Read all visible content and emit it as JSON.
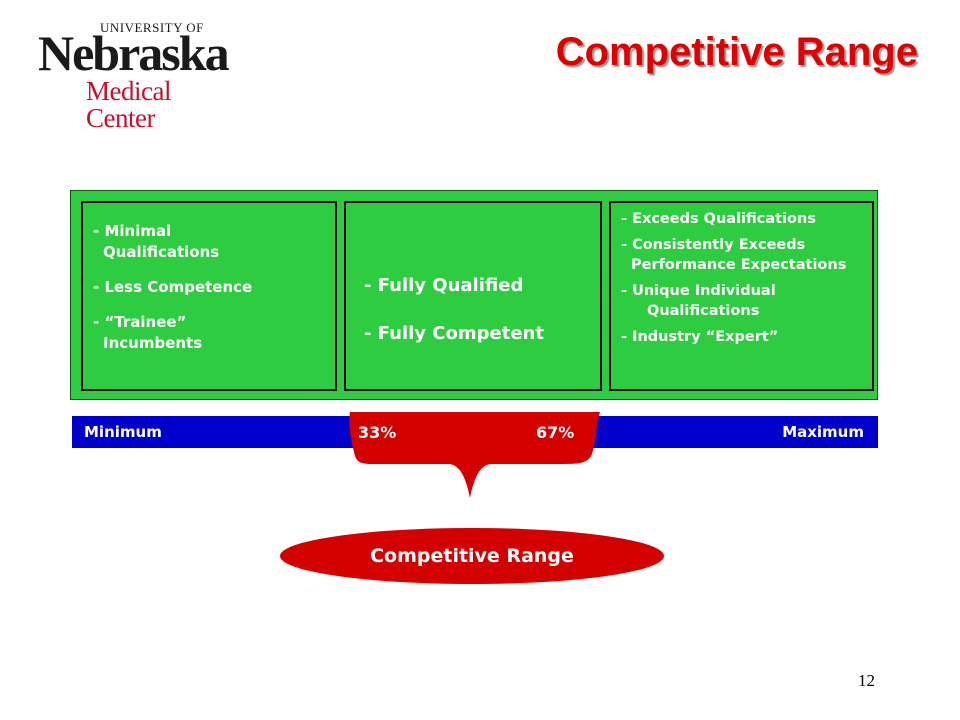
{
  "logo": {
    "line1": "UNIVERSITY OF",
    "line2": "Nebraska",
    "line3": "Medical Center"
  },
  "title": "Competitive Range",
  "boxes": {
    "left": {
      "l1": "- Minimal",
      "l2": "Qualifications",
      "l3": "- Less Competence",
      "l4": "- “Trainee”",
      "l5": "Incumbents"
    },
    "middle": {
      "l1": "- Fully Qualified",
      "l2": "- Fully Competent"
    },
    "right": {
      "l1": "- Exceeds Qualifications",
      "l2": "- Consistently Exceeds",
      "l3": "Performance Expectations",
      "l4": "- Unique Individual",
      "l5": "Qualifications",
      "l6": "- Industry “Expert”"
    }
  },
  "range_bar": {
    "min_label": "Minimum",
    "max_label": "Maximum",
    "low_pct": "33%",
    "high_pct": "67%"
  },
  "oval_label": "Competitive Range",
  "page_number": "12",
  "colors": {
    "title": "#e00000",
    "panel_green": "#2ecc40",
    "bar_blue": "#0000cc",
    "callout_red": "#d30000"
  }
}
